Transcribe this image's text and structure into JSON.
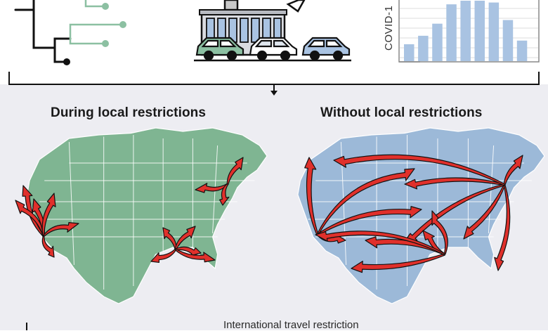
{
  "panels": {
    "left": {
      "title": "During local restrictions",
      "color": "#7fb592"
    },
    "right": {
      "title": "Without local restrictions",
      "color": "#9cb9d8"
    }
  },
  "top": {
    "histogram_ylabel": "COVID-1",
    "histogram_bars": [
      0.28,
      0.42,
      0.62,
      0.94,
      1.0,
      1.0,
      0.97,
      0.68,
      0.34
    ]
  },
  "footer": {
    "label": "International travel restriction"
  },
  "colors": {
    "arrow": "#e0302b",
    "tree": "#8cc0a2",
    "bar": "#a9c3e2",
    "line": "#111111"
  }
}
